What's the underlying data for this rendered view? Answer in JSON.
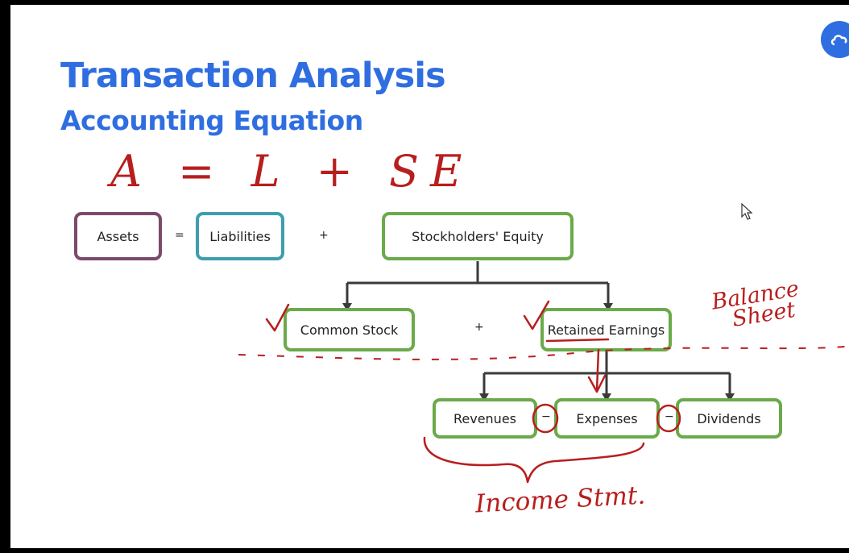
{
  "slide": {
    "title": "Transaction Analysis",
    "subtitle": "Accounting Equation"
  },
  "equation": {
    "assets": "Assets",
    "equals": "=",
    "liabilities": "Liabilities",
    "plus1": "+",
    "equity": "Stockholders' Equity"
  },
  "equity_parts": {
    "common_stock": "Common Stock",
    "plus": "+",
    "retained_earnings": "Retained Earnings"
  },
  "re_parts": {
    "revenues": "Revenues",
    "minus1": "−",
    "expenses": "Expenses",
    "minus2": "−",
    "dividends": "Dividends"
  },
  "handwriting": {
    "equation": "A = L + SE",
    "balance_sheet_1": "Balance",
    "balance_sheet_2": "Sheet",
    "income_statement": "Income Stmt."
  },
  "colors": {
    "title": "#2f6ee0",
    "assets_border": "#7b4a6a",
    "liabilities_border": "#3e9eae",
    "green_border": "#6aaa4a",
    "ink": "#b81e1e"
  },
  "icons": {
    "cursor": "mouse-pointer-icon",
    "cloud_button": "cloud-icon"
  }
}
